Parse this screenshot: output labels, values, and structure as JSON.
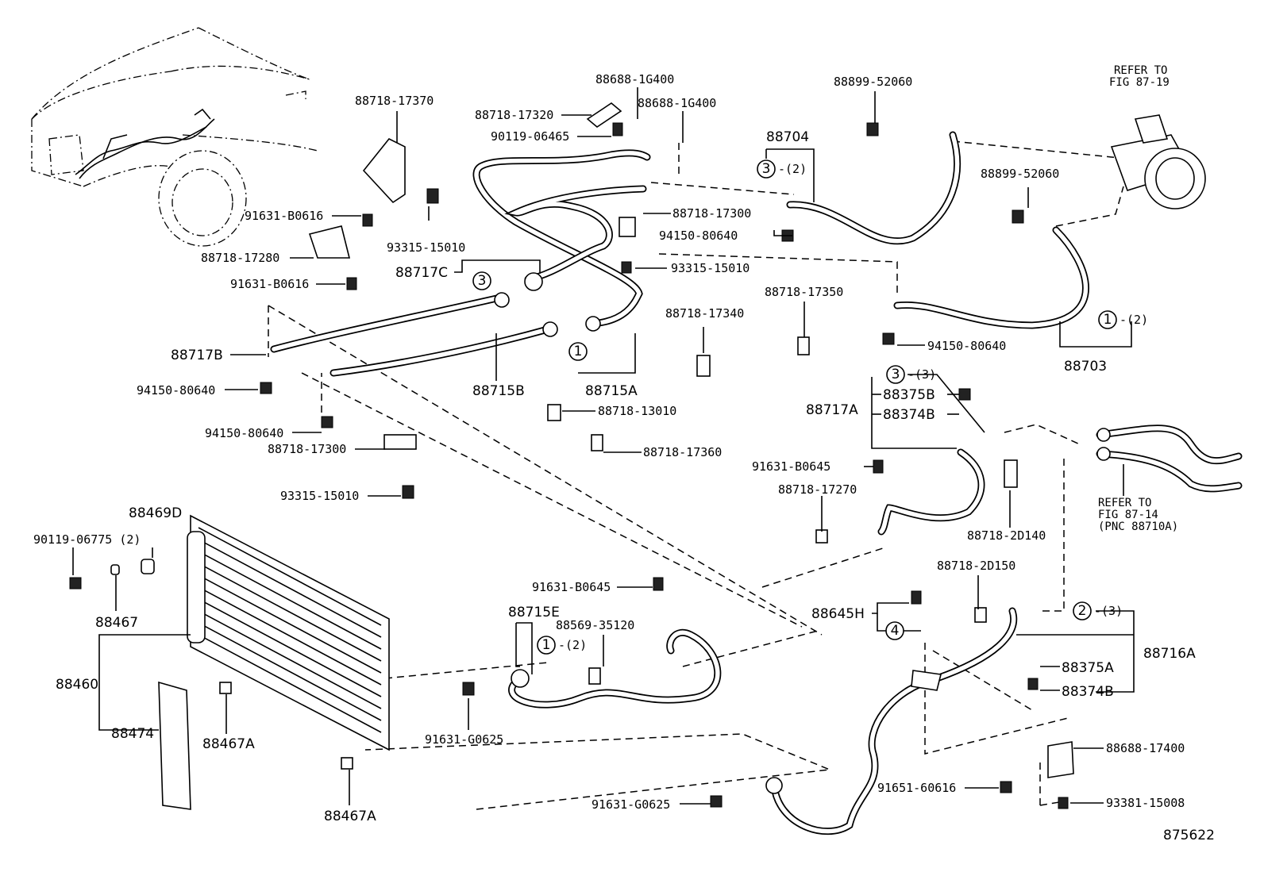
{
  "diagram_id": "875622",
  "circled_numbers": [
    "1",
    "2",
    "3",
    "4"
  ],
  "labels": {
    "p88718_17370": "88718-17370",
    "p91631_B0616_a": "91631-B0616",
    "p93315_15010_a": "93315-15010",
    "p88718_17280": "88718-17280",
    "p91631_B0616_b": "91631-B0616",
    "p88717B": "88717B",
    "p94150_80640_a": "94150-80640",
    "p94150_80640_b": "94150-80640",
    "p88718_17300_a": "88718-17300",
    "p93315_15010_b": "93315-15010",
    "p88688_1G400_a": "88688-1G400",
    "p88718_17320": "88718-17320",
    "p88688_1G400_b": "88688-1G400",
    "p90119_06465": "90119-06465",
    "p88718_17300_b": "88718-17300",
    "p88717C": "88717C",
    "p93315_15010_c": "93315-15010",
    "p88715B": "88715B",
    "p88715A": "88715A",
    "p88718_17340": "88718-17340",
    "p88718_13010": "88718-13010",
    "p88718_17360": "88718-17360",
    "p88899_52060_a": "88899-52060",
    "p88704": "88704",
    "p94150_80640_c": "94150-80640",
    "p88718_17350": "88718-17350",
    "p88899_52060_b": "88899-52060",
    "p94150_80640_d": "94150-80640",
    "p88703": "88703",
    "refer_87_19_a": "REFER TO",
    "refer_87_19_b": "FIG 87-19",
    "p88717A": "88717A",
    "p88375B_a": "88375B",
    "p88374B_a": "88374B",
    "p91631_B0645_a": "91631-B0645",
    "p88718_17270": "88718-17270",
    "p88718_2D140": "88718-2D140",
    "refer_87_14_a": "REFER TO",
    "refer_87_14_b": "FIG 87-14",
    "refer_87_14_c": "(PNC 88710A)",
    "p90119_06775": "90119-06775 (2)",
    "p88469D": "88469D",
    "p88467": "88467",
    "p88460": "88460",
    "p88474": "88474",
    "p88467A_a": "88467A",
    "p88467A_b": "88467A",
    "p91631_B0645_b": "91631-B0645",
    "p88715E": "88715E",
    "p88569_35120": "88569-35120",
    "p91631_G0625_a": "91631-G0625",
    "p91631_G0625_b": "91631-G0625",
    "p88718_2D150": "88718-2D150",
    "p88645H": "88645H",
    "p88716A": "88716A",
    "p88375A": "88375A",
    "p88374B_b": "88374B",
    "p88688_17400": "88688-17400",
    "p91651_60616": "91651-60616",
    "p93381_15008": "93381-15008",
    "q_2": "-(2)",
    "q_2b": "-(2)",
    "q_2c": "-(2)",
    "q_3": "-(3)",
    "q_3b": "-(3)"
  }
}
